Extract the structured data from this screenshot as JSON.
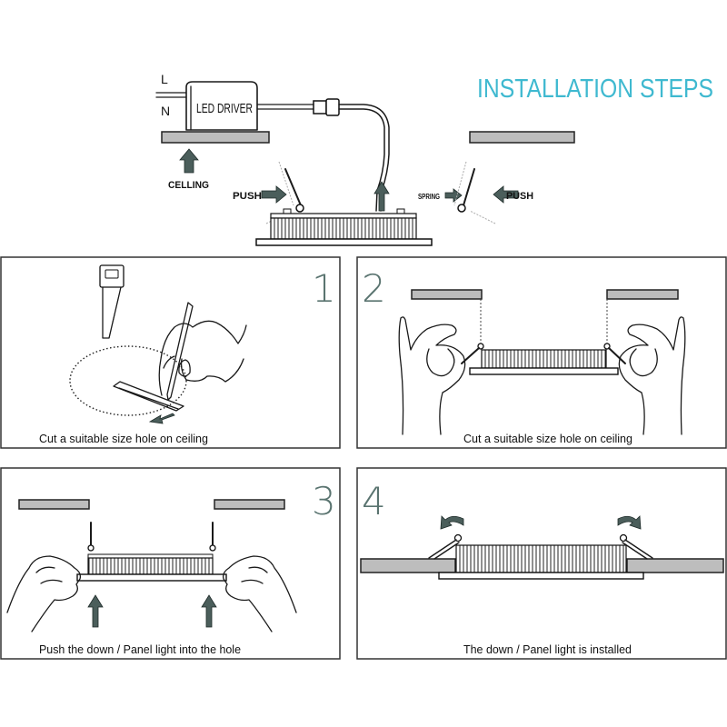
{
  "header": {
    "title": "INSTALLATION STEPS",
    "title_color": "#3fb9d0",
    "wire_labels": [
      "L",
      "N"
    ],
    "driver_label": "LED DRIVER",
    "ceiling_label": "CELLING",
    "push_left": "PUSH",
    "push_right": "PUSH",
    "spring_label": "SPRING"
  },
  "steps": [
    {
      "number": "1",
      "caption": "Cut a suitable size hole on ceiling"
    },
    {
      "number": "2",
      "caption": "Cut a suitable size hole on ceiling"
    },
    {
      "number": "3",
      "caption": "Push the down / Panel light into the hole"
    },
    {
      "number": "4",
      "caption": "The down / Panel light is installed"
    }
  ],
  "colors": {
    "arrow": "#4b5e5b",
    "ceiling": "#bdbdbd",
    "step_number": "#5a7470"
  }
}
